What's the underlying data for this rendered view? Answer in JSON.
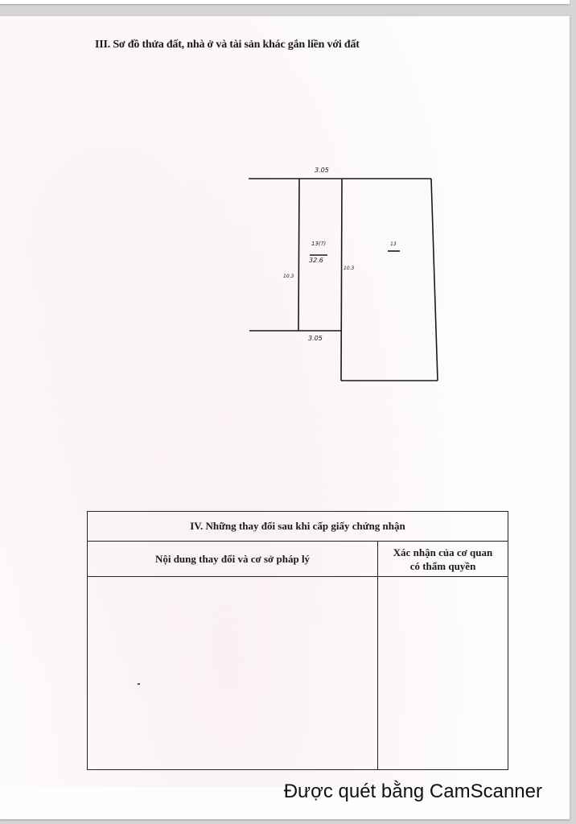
{
  "document": {
    "section_iii_title": "III. Sơ đồ thửa đất, nhà ở và tài sản khác gắn liền với đất",
    "diagram": {
      "labels": {
        "top_width": "3.05",
        "bottom_width": "3.05",
        "left_depth": "10.3",
        "middle_depth": "10.3",
        "parcel_number": "13(?)",
        "parcel_area": "32.6",
        "adjacent_parcel": "13"
      }
    },
    "section_iv": {
      "title": "IV. Những thay đổi sau khi cấp giấy chứng nhận",
      "col_left": "Nội dung thay đổi và cơ sở pháp lý",
      "col_right_line1": "Xác nhận của cơ quan",
      "col_right_line2": "có thẩm quyền",
      "rows": []
    }
  },
  "watermark": {
    "text": "Được quét bằng CamScanner"
  }
}
